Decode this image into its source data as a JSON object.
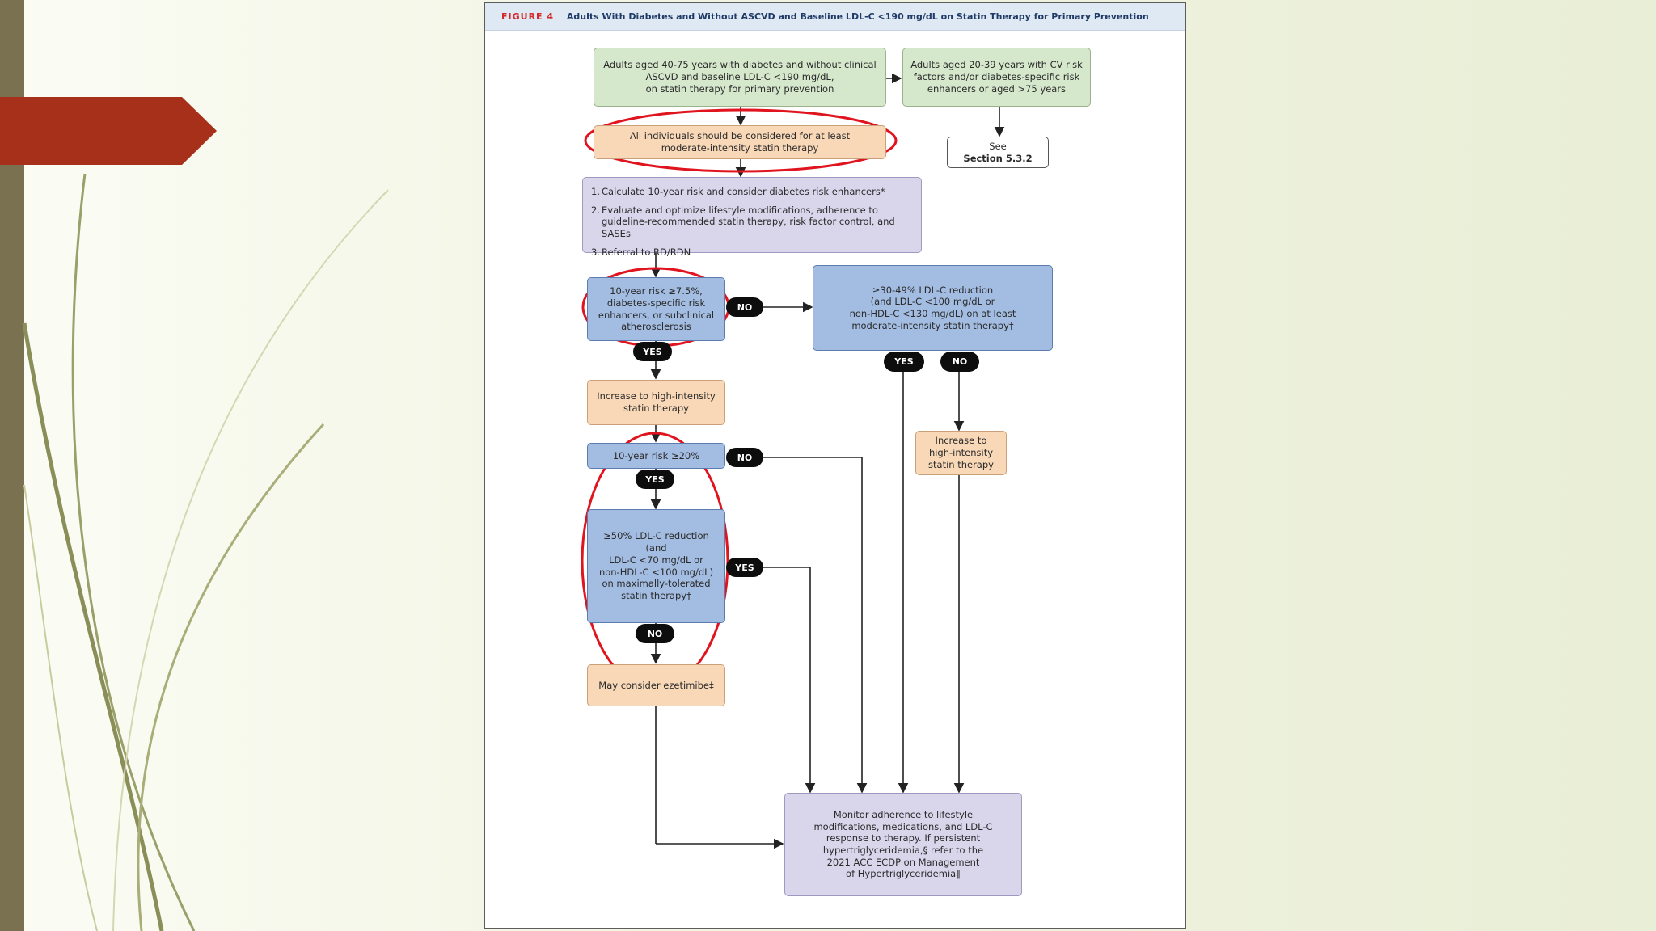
{
  "slide": {
    "accent_color": "#a6301a",
    "sidebar_color": "#7a7150"
  },
  "figure": {
    "label": "FIGURE 4",
    "title": "Adults With Diabetes and Without ASCVD and Baseline LDL-C <190 mg/dL on Statin Therapy for Primary Prevention"
  },
  "nodes": {
    "start": "Adults aged 40-75 years with diabetes and without clinical\nASCVD and baseline LDL-C <190 mg/dL,\non statin therapy for primary prevention",
    "young_old": "Adults aged 20-39 years with CV risk\nfactors and/or diabetes-specific risk\nenhancers or aged >75 years",
    "see_label": "See",
    "see_section": "Section 5.3.2",
    "all_individuals": "All individuals should be considered for at least\nmoderate-intensity statin therapy",
    "steps": [
      {
        "num": "1.",
        "text": "Calculate 10-year risk and consider diabetes risk enhancers*"
      },
      {
        "num": "2.",
        "text": "Evaluate and optimize lifestyle modifications, adherence to guideline-recommended statin therapy, risk factor control, and SASEs"
      },
      {
        "num": "3.",
        "text": "Referral to RD/RDN"
      }
    ],
    "risk_7_5": "10-year risk ≥7.5%,\ndiabetes-specific risk\nenhancers, or subclinical\natherosclerosis",
    "ldl_30_49": "≥30-49% LDL-C reduction\n(and LDL-C <100 mg/dL or\nnon-HDL-C <130 mg/dL) on at least\nmoderate-intensity statin therapy†",
    "increase_high_left": "Increase to high-intensity\nstatin therapy",
    "increase_high_right": "Increase to\nhigh-intensity\nstatin therapy",
    "risk_20": "10-year risk ≥20%",
    "ldl_50": "≥50% LDL-C reduction (and\nLDL-C <70 mg/dL or\nnon-HDL-C <100 mg/dL)\non maximally-tolerated\nstatin therapy†",
    "ezetimibe": "May consider ezetimibe‡",
    "monitor": "Monitor adherence to lifestyle\nmodifications, medications, and LDL-C\nresponse to therapy. If persistent\nhypertriglyceridemia,§ refer to the\n2021 ACC ECDP on Management\nof Hypertriglyceridemia‖"
  },
  "decisions": {
    "yes": "YES",
    "no": "NO"
  },
  "annotation": {
    "highlight_color": "#e0141e"
  }
}
